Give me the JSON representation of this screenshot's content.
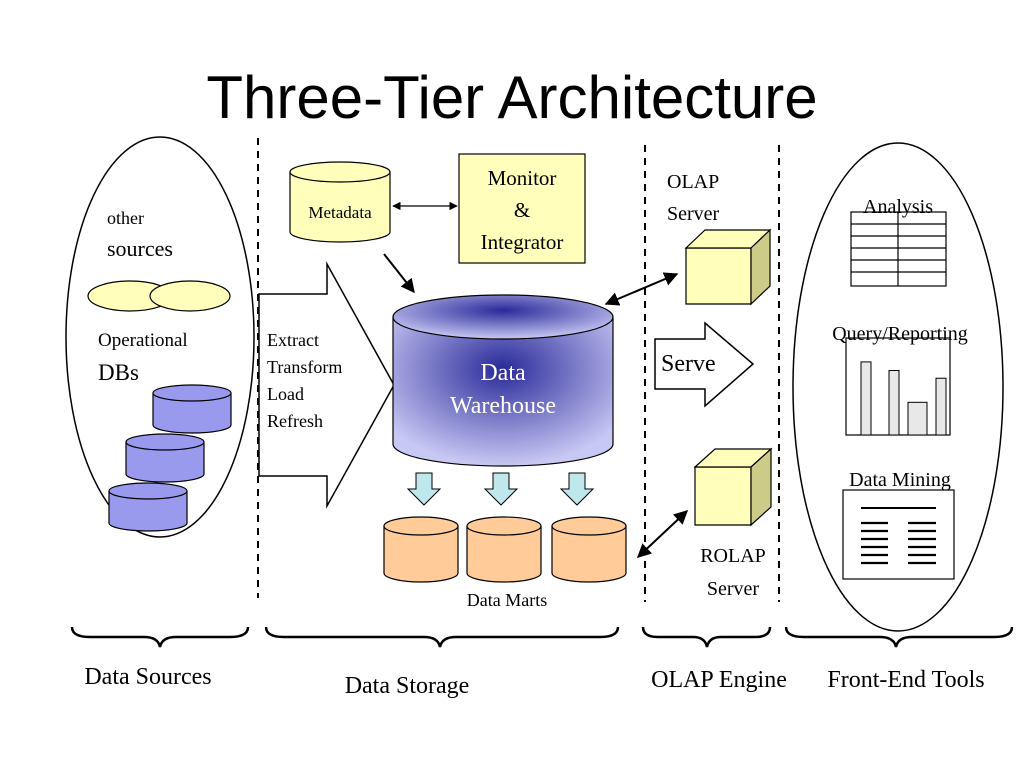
{
  "title": "Three-Tier Architecture",
  "sources": {
    "other_line1": "other",
    "other_line2": "sources",
    "operational_line1": "Operational",
    "operational_line2": "DBs"
  },
  "etl": {
    "line1": "Extract",
    "line2": "Transform",
    "line3": "Load",
    "line4": "Refresh"
  },
  "metadata": "Metadata",
  "monitor": {
    "line1": "Monitor",
    "line2": "&",
    "line3": "Integrator"
  },
  "warehouse": {
    "line1": "Data",
    "line2": "Warehouse"
  },
  "data_marts": "Data Marts",
  "olap_server": {
    "line1": "OLAP",
    "line2": "Server"
  },
  "serve": "Serve",
  "rolap_server": {
    "line1": "ROLAP",
    "line2": "Server"
  },
  "tools": {
    "analysis": "Analysis",
    "query_reporting": "Query/Reporting",
    "data_mining": "Data Mining"
  },
  "tiers": {
    "data_sources": "Data Sources",
    "data_storage": "Data Storage",
    "olap_engine": "OLAP Engine",
    "front_end_tools": "Front-End Tools"
  },
  "colors": {
    "yellow_fill": "#FFFFBB",
    "blue_db": "#9999EE",
    "warehouse_center": "#2A2A9A",
    "warehouse_edge": "#C8C8F4",
    "mart_fill": "#FFCC99",
    "cyan_arrow": "#BFE8EC",
    "cube_front": "#FFFFBB",
    "cube_side": "#CCCC88"
  },
  "query_bar_levels": [
    0.85,
    0.75,
    0.38,
    0.66
  ]
}
